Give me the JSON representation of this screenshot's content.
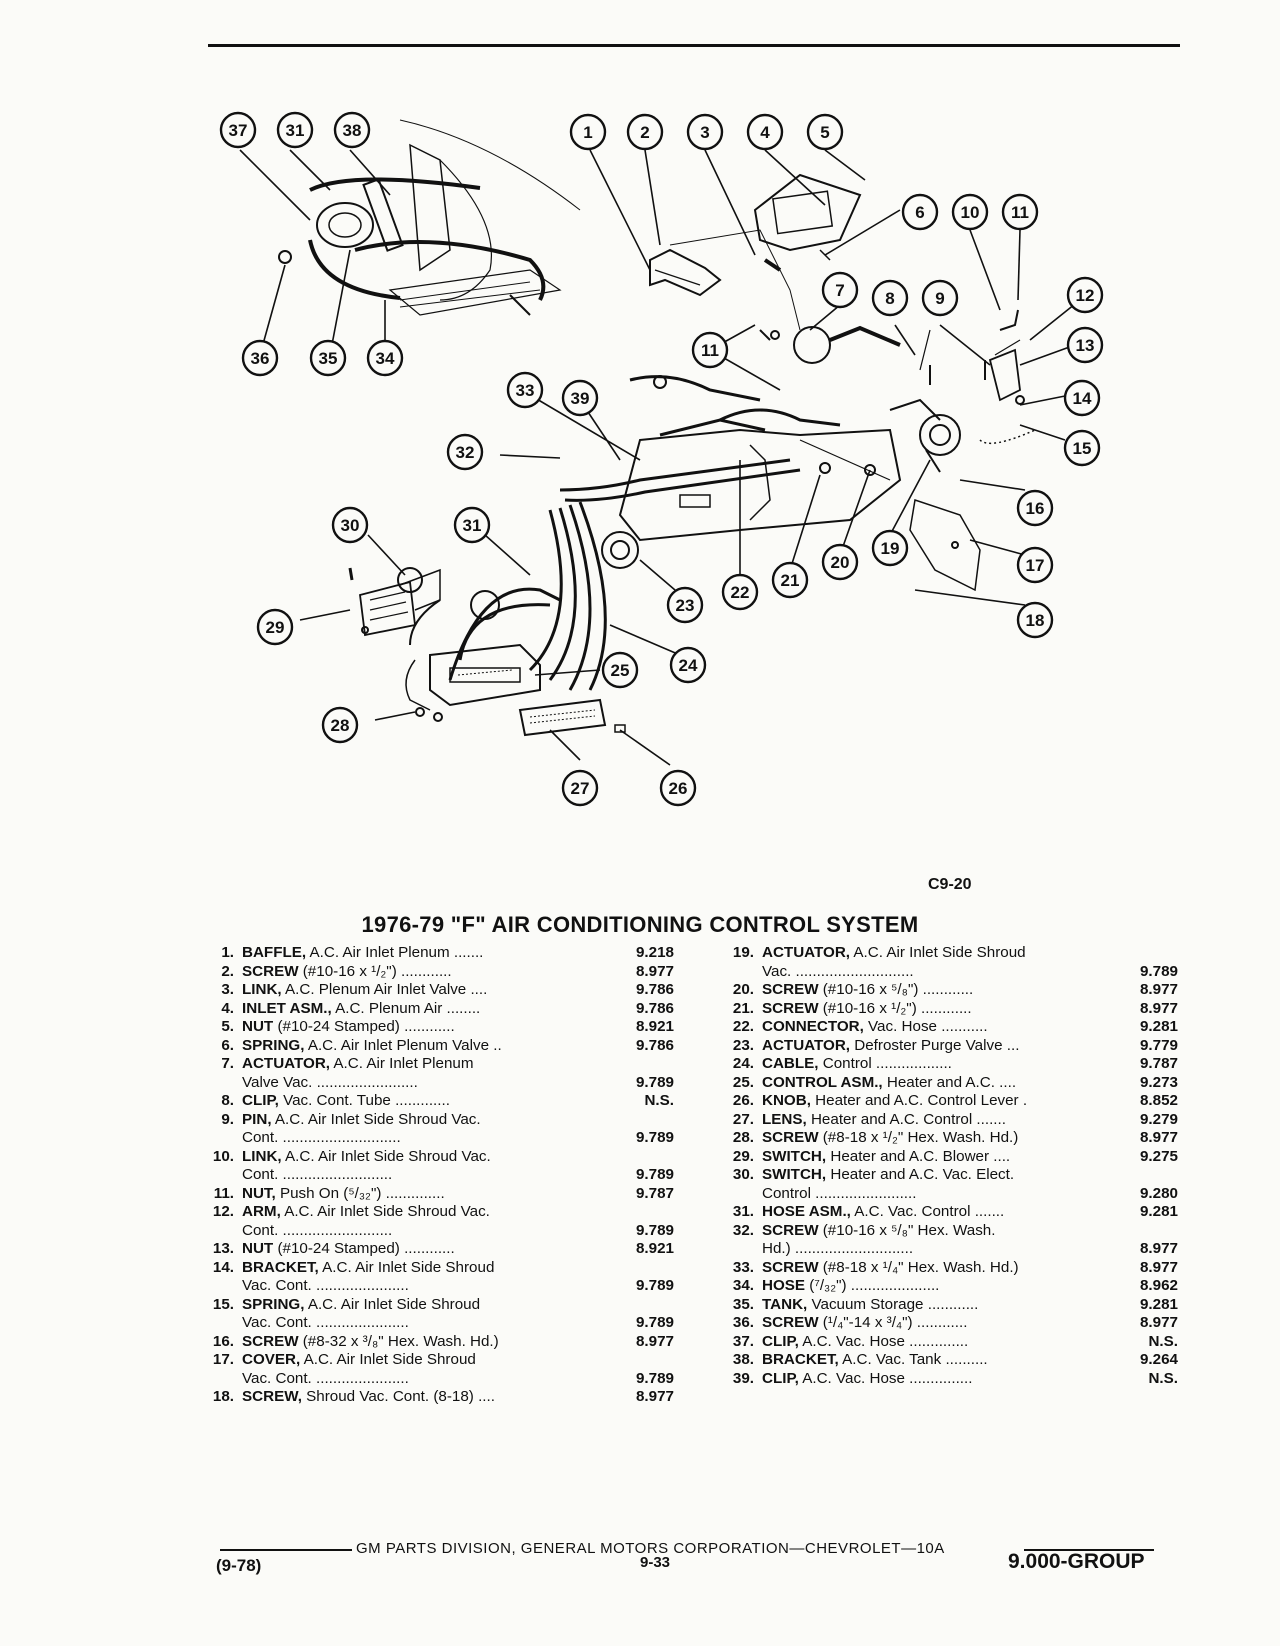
{
  "figure_code": "C9-20",
  "title": "1976-79 \"F\" AIR CONDITIONING CONTROL SYSTEM",
  "callouts": [
    "37",
    "31",
    "38",
    "1",
    "2",
    "3",
    "4",
    "5",
    "6",
    "10",
    "11",
    "12",
    "7",
    "8",
    "9",
    "13",
    "14",
    "15",
    "36",
    "35",
    "34",
    "11",
    "33",
    "39",
    "32",
    "16",
    "30",
    "31",
    "19",
    "17",
    "20",
    "21",
    "22",
    "23",
    "18",
    "29",
    "24",
    "25",
    "28",
    "27",
    "26"
  ],
  "parts_left": [
    {
      "no": "1.",
      "name": "BAFFLE,",
      "desc": " A.C. Air Inlet Plenum .......",
      "cont": "",
      "code": "9.218"
    },
    {
      "no": "2.",
      "name": "SCREW",
      "desc": " (#10-16 x ¹/₂\") ............",
      "cont": "",
      "code": "8.977"
    },
    {
      "no": "3.",
      "name": "LINK,",
      "desc": " A.C. Plenum Air Inlet Valve ....",
      "cont": "",
      "code": "9.786"
    },
    {
      "no": "4.",
      "name": "INLET ASM.,",
      "desc": " A.C. Plenum Air ........",
      "cont": "",
      "code": "9.786"
    },
    {
      "no": "5.",
      "name": "NUT",
      "desc": " (#10-24 Stamped) ............",
      "cont": "",
      "code": "8.921"
    },
    {
      "no": "6.",
      "name": "SPRING,",
      "desc": " A.C. Air Inlet Plenum Valve ..",
      "cont": "",
      "code": "9.786"
    },
    {
      "no": "7.",
      "name": "ACTUATOR,",
      "desc": " A.C. Air Inlet Plenum",
      "cont": "Valve Vac. ........................",
      "code": "9.789"
    },
    {
      "no": "8.",
      "name": "CLIP,",
      "desc": " Vac. Cont. Tube .............",
      "cont": "",
      "code": "N.S."
    },
    {
      "no": "9.",
      "name": "PIN,",
      "desc": " A.C. Air Inlet Side Shroud Vac.",
      "cont": "Cont. ............................",
      "code": "9.789"
    },
    {
      "no": "10.",
      "name": "LINK,",
      "desc": " A.C. Air Inlet Side Shroud Vac.",
      "cont": "Cont. ..........................",
      "code": "9.789"
    },
    {
      "no": "11.",
      "name": "NUT,",
      "desc": " Push On (⁵/₃₂\") ..............",
      "cont": "",
      "code": "9.787"
    },
    {
      "no": "12.",
      "name": "ARM,",
      "desc": " A.C. Air Inlet Side Shroud Vac.",
      "cont": "Cont. ..........................",
      "code": "9.789"
    },
    {
      "no": "13.",
      "name": "NUT",
      "desc": " (#10-24 Stamped) ............",
      "cont": "",
      "code": "8.921"
    },
    {
      "no": "14.",
      "name": "BRACKET,",
      "desc": " A.C. Air Inlet Side Shroud",
      "cont": "Vac. Cont. ......................",
      "code": "9.789"
    },
    {
      "no": "15.",
      "name": "SPRING,",
      "desc": " A.C. Air Inlet Side Shroud",
      "cont": "Vac. Cont. ......................",
      "code": "9.789"
    },
    {
      "no": "16.",
      "name": "SCREW",
      "desc": " (#8-32 x ³/₈\" Hex. Wash. Hd.)",
      "cont": "",
      "code": "8.977"
    },
    {
      "no": "17.",
      "name": "COVER,",
      "desc": " A.C. Air Inlet Side Shroud",
      "cont": "Vac. Cont. ......................",
      "code": "9.789"
    },
    {
      "no": "18.",
      "name": "SCREW,",
      "desc": " Shroud Vac. Cont. (8-18) ....",
      "cont": "",
      "code": "8.977"
    }
  ],
  "parts_right": [
    {
      "no": "19.",
      "name": "ACTUATOR,",
      "desc": " A.C. Air Inlet Side Shroud",
      "cont": "Vac. ............................",
      "code": "9.789"
    },
    {
      "no": "20.",
      "name": "SCREW",
      "desc": " (#10-16 x ⁵/₈\") ............",
      "cont": "",
      "code": "8.977"
    },
    {
      "no": "21.",
      "name": "SCREW",
      "desc": " (#10-16 x ¹/₂\") ............",
      "cont": "",
      "code": "8.977"
    },
    {
      "no": "22.",
      "name": "CONNECTOR,",
      "desc": " Vac. Hose ...........",
      "cont": "",
      "code": "9.281"
    },
    {
      "no": "23.",
      "name": "ACTUATOR,",
      "desc": " Defroster Purge Valve ...",
      "cont": "",
      "code": "9.779"
    },
    {
      "no": "24.",
      "name": "CABLE,",
      "desc": " Control ..................",
      "cont": "",
      "code": "9.787"
    },
    {
      "no": "25.",
      "name": "CONTROL ASM.,",
      "desc": " Heater and A.C. ....",
      "cont": "",
      "code": "9.273"
    },
    {
      "no": "26.",
      "name": "KNOB,",
      "desc": " Heater and A.C. Control Lever .",
      "cont": "",
      "code": "8.852"
    },
    {
      "no": "27.",
      "name": "LENS,",
      "desc": " Heater and A.C. Control .......",
      "cont": "",
      "code": "9.279"
    },
    {
      "no": "28.",
      "name": "SCREW",
      "desc": " (#8-18 x ¹/₂\" Hex. Wash. Hd.)",
      "cont": "",
      "code": "8.977"
    },
    {
      "no": "29.",
      "name": "SWITCH,",
      "desc": " Heater and A.C. Blower ....",
      "cont": "",
      "code": "9.275"
    },
    {
      "no": "30.",
      "name": "SWITCH,",
      "desc": " Heater and A.C. Vac. Elect.",
      "cont": "Control ........................",
      "code": "9.280"
    },
    {
      "no": "31.",
      "name": "HOSE ASM.,",
      "desc": " A.C. Vac. Control .......",
      "cont": "",
      "code": "9.281"
    },
    {
      "no": "32.",
      "name": "SCREW",
      "desc": " (#10-16 x ⁵/₈\" Hex. Wash.",
      "cont": "Hd.) ............................",
      "code": "8.977"
    },
    {
      "no": "33.",
      "name": "SCREW",
      "desc": " (#8-18 x ¹/₄\" Hex. Wash. Hd.)",
      "cont": "",
      "code": "8.977"
    },
    {
      "no": "34.",
      "name": "HOSE",
      "desc": " (⁷/₃₂\") .....................",
      "cont": "",
      "code": "8.962"
    },
    {
      "no": "35.",
      "name": "TANK,",
      "desc": " Vacuum Storage ............",
      "cont": "",
      "code": "9.281"
    },
    {
      "no": "36.",
      "name": "SCREW",
      "desc": " (¹/₄\"-14 x ³/₄\") ............",
      "cont": "",
      "code": "8.977"
    },
    {
      "no": "37.",
      "name": "CLIP,",
      "desc": " A.C. Vac. Hose ..............",
      "cont": "",
      "code": "N.S."
    },
    {
      "no": "38.",
      "name": "BRACKET,",
      "desc": " A.C. Vac. Tank ..........",
      "cont": "",
      "code": "9.264"
    },
    {
      "no": "39.",
      "name": "CLIP,",
      "desc": " A.C. Vac. Hose ...............",
      "cont": "",
      "code": "N.S."
    }
  ],
  "footer": {
    "line": "GM PARTS DIVISION, GENERAL MOTORS CORPORATION—CHEVROLET—10A",
    "date_code": "(9-78)",
    "page": "9-33",
    "group": "9.000-GROUP"
  }
}
